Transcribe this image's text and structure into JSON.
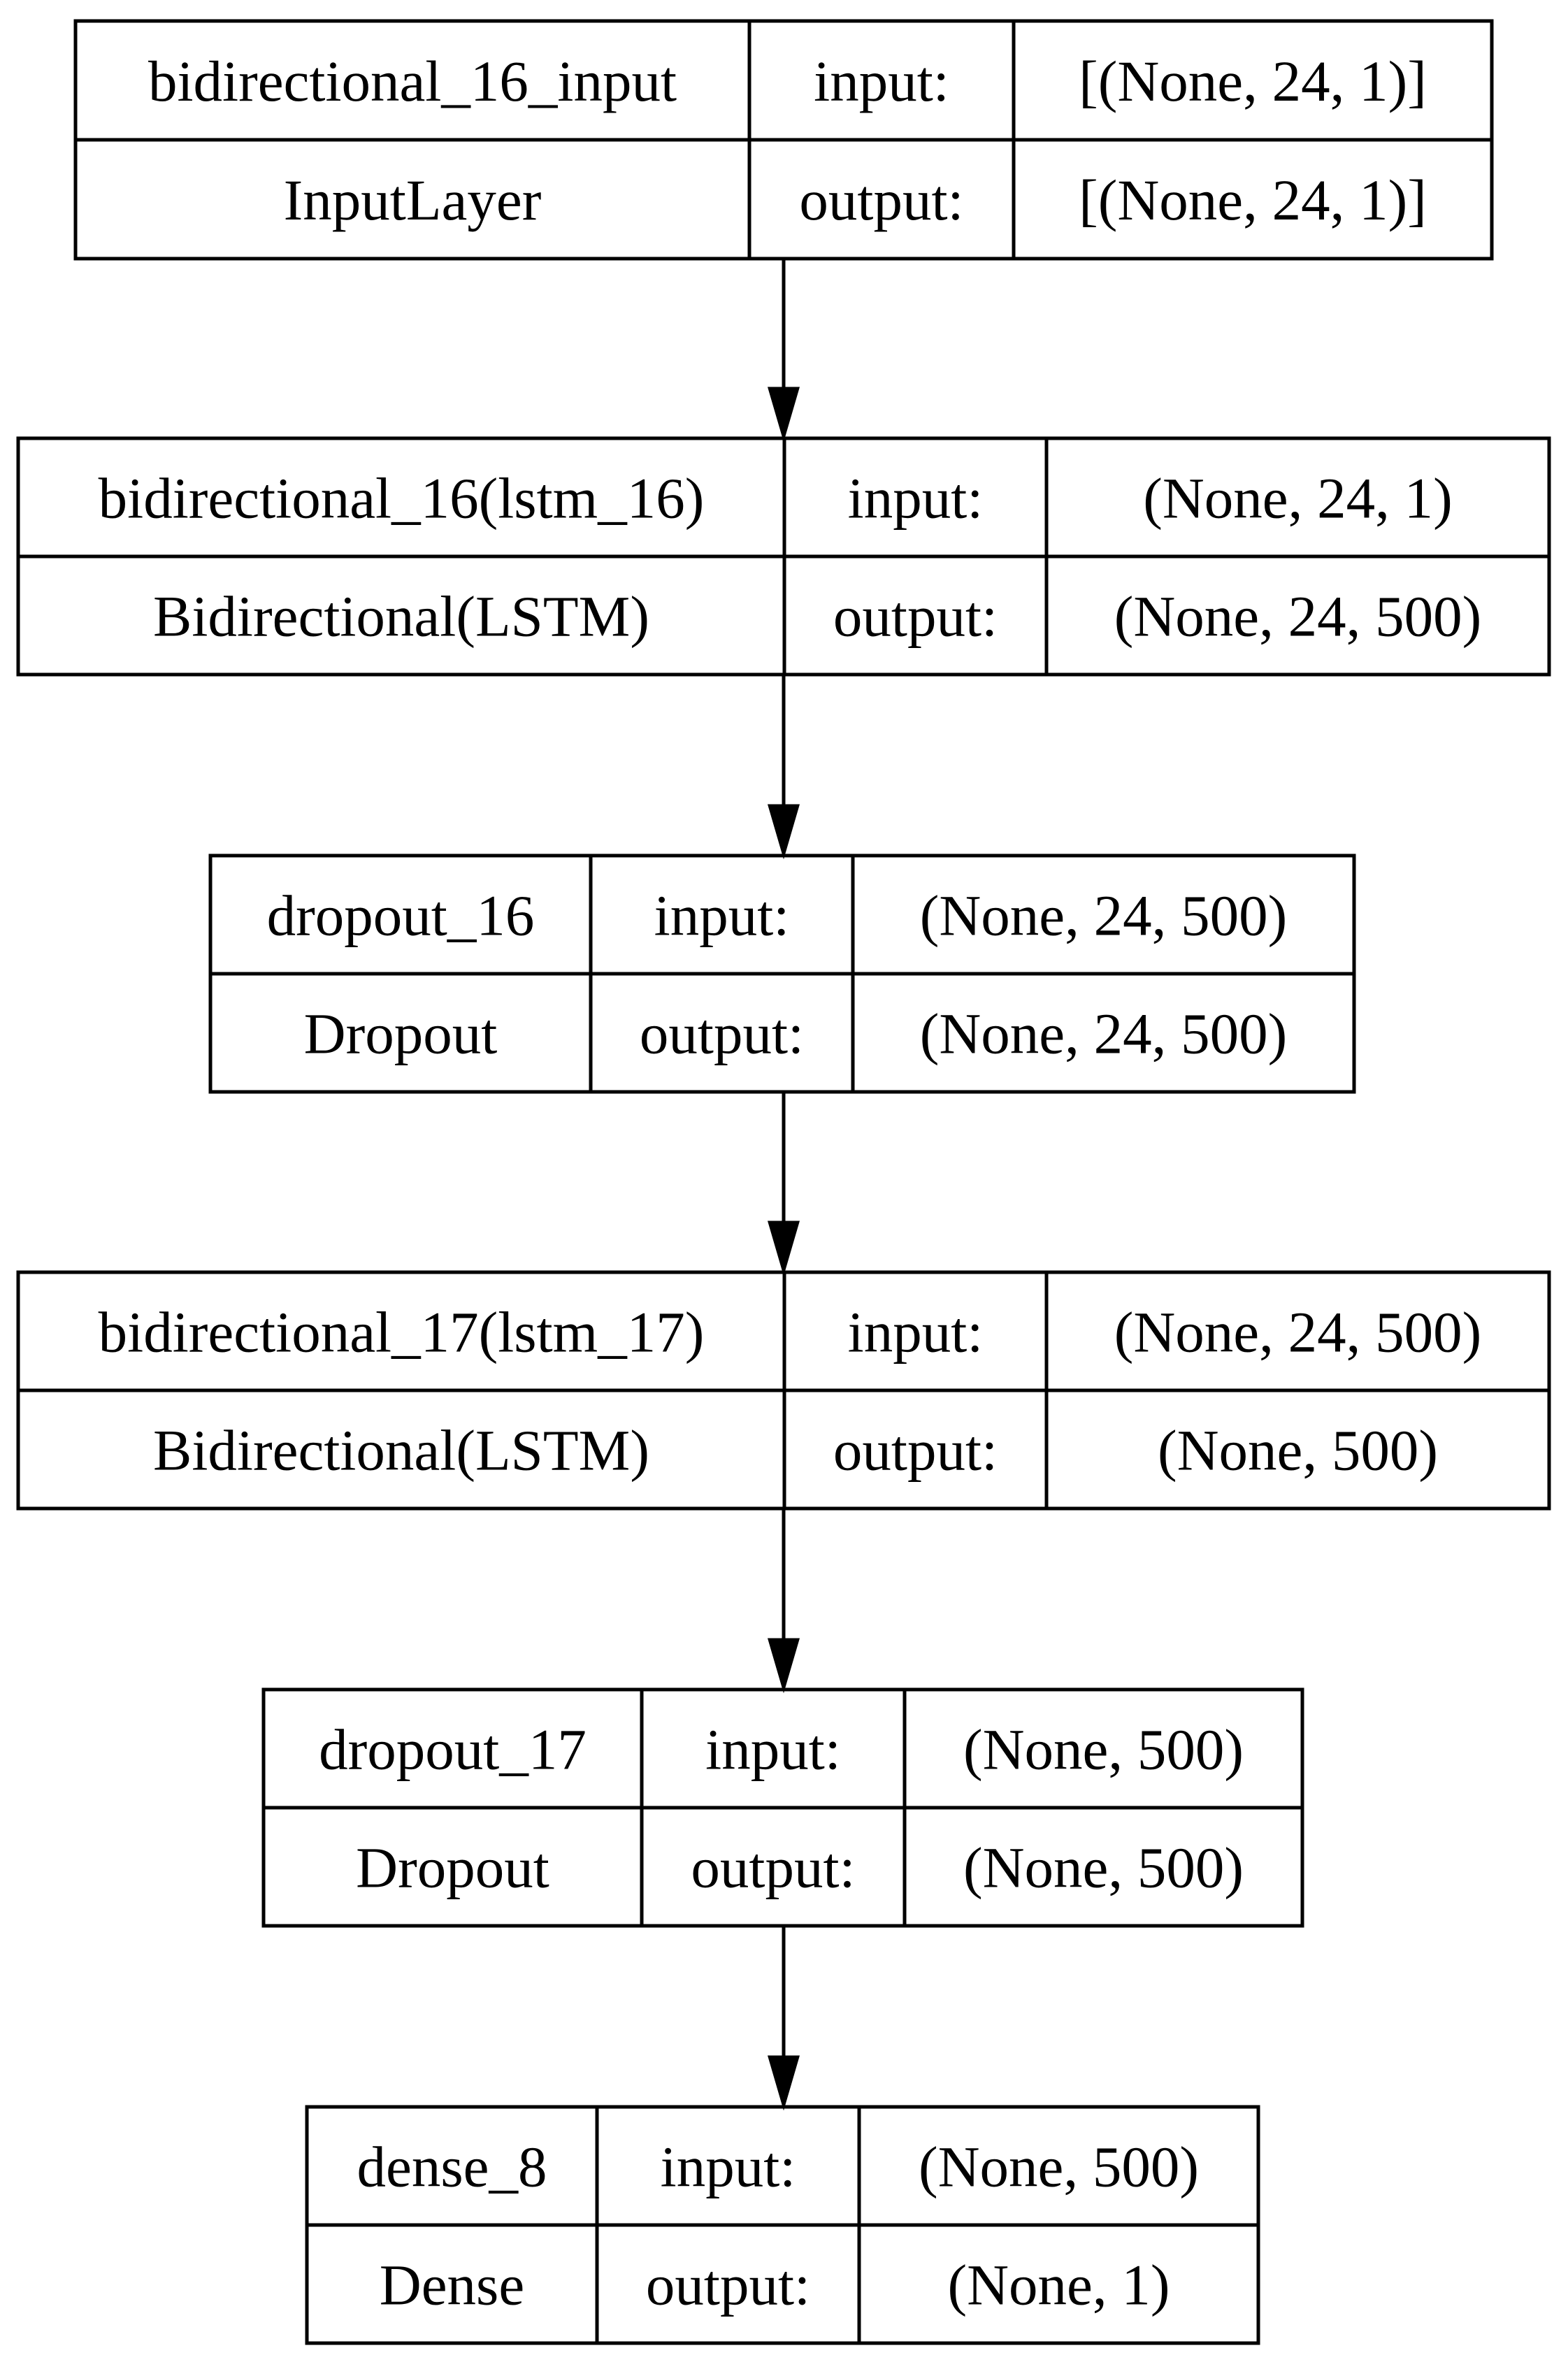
{
  "layers": [
    {
      "name": "bidirectional_16_input",
      "type": "InputLayer",
      "input_label": "input:",
      "output_label": "output:",
      "input_shape": "[(None, 24, 1)]",
      "output_shape": "[(None, 24, 1)]"
    },
    {
      "name": "bidirectional_16(lstm_16)",
      "type": "Bidirectional(LSTM)",
      "input_label": "input:",
      "output_label": "output:",
      "input_shape": "(None, 24, 1)",
      "output_shape": "(None, 24, 500)"
    },
    {
      "name": "dropout_16",
      "type": "Dropout",
      "input_label": "input:",
      "output_label": "output:",
      "input_shape": "(None, 24, 500)",
      "output_shape": "(None, 24, 500)"
    },
    {
      "name": "bidirectional_17(lstm_17)",
      "type": "Bidirectional(LSTM)",
      "input_label": "input:",
      "output_label": "output:",
      "input_shape": "(None, 24, 500)",
      "output_shape": "(None, 500)"
    },
    {
      "name": "dropout_17",
      "type": "Dropout",
      "input_label": "input:",
      "output_label": "output:",
      "input_shape": "(None, 500)",
      "output_shape": "(None, 500)"
    },
    {
      "name": "dense_8",
      "type": "Dense",
      "input_label": "input:",
      "output_label": "output:",
      "input_shape": "(None, 500)",
      "output_shape": "(None, 1)"
    }
  ],
  "edges": [
    {
      "from": 0,
      "to": 1
    },
    {
      "from": 1,
      "to": 2
    },
    {
      "from": 2,
      "to": 3
    },
    {
      "from": 3,
      "to": 4
    },
    {
      "from": 4,
      "to": 5
    }
  ]
}
